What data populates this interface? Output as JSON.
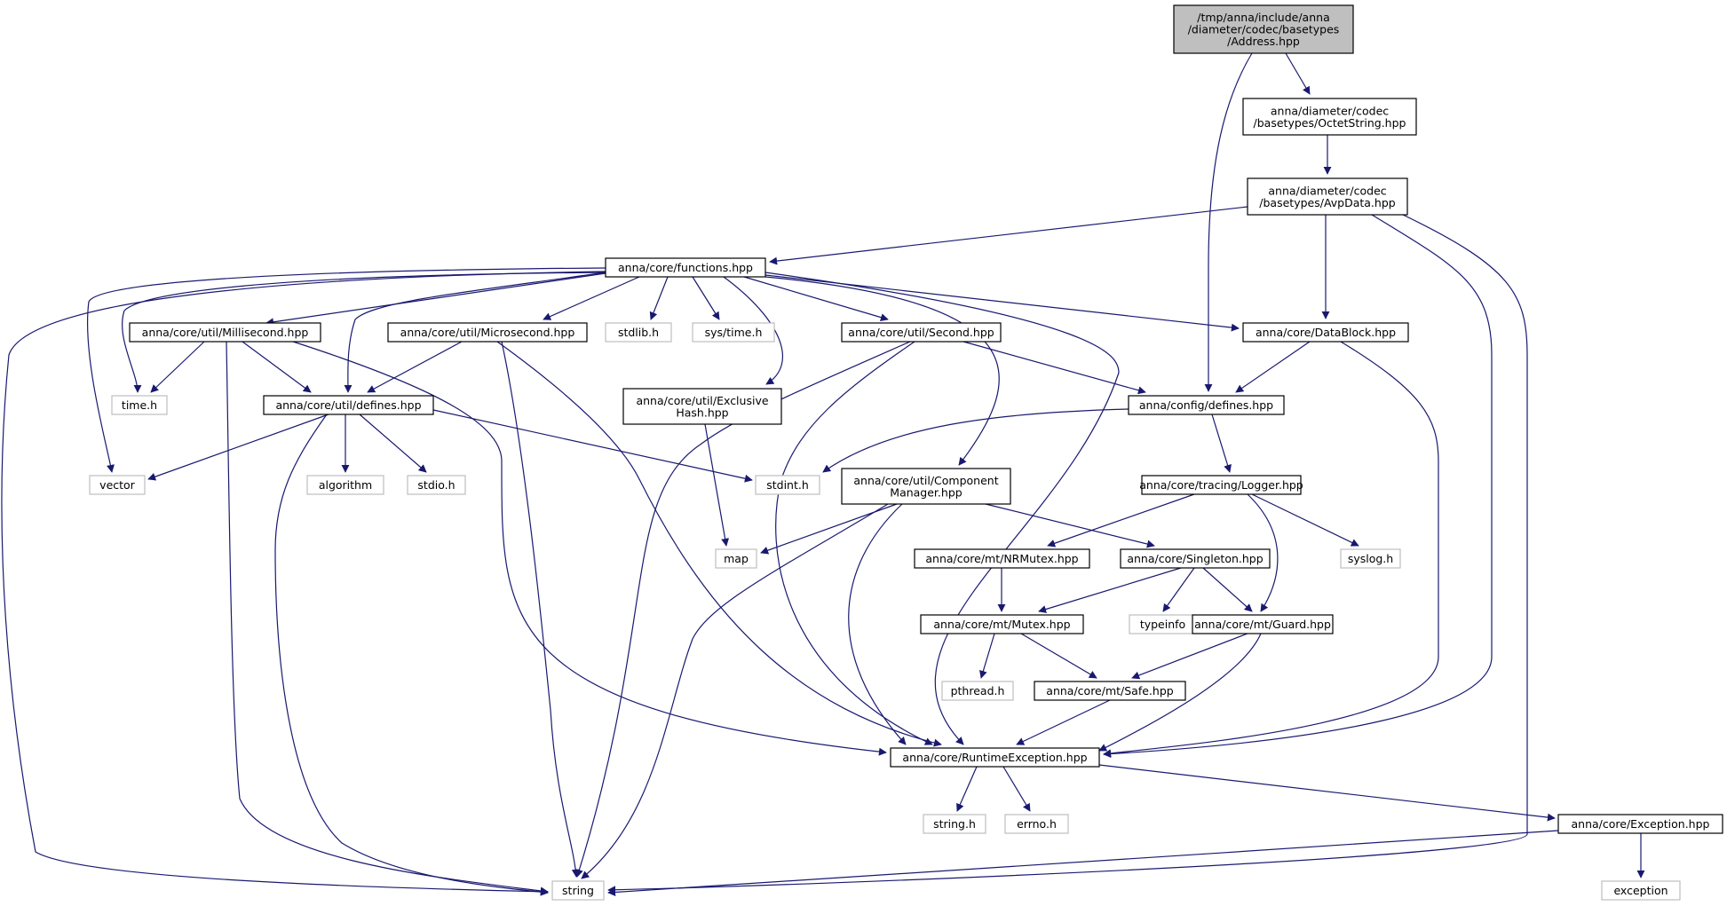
{
  "nodes": [
    {
      "id": "address",
      "kind": "root",
      "lines": [
        "/tmp/anna/include/anna",
        "/diameter/codec/basetypes",
        "/Address.hpp"
      ]
    },
    {
      "id": "octetstring",
      "kind": "file",
      "lines": [
        "anna/diameter/codec",
        "/basetypes/OctetString.hpp"
      ]
    },
    {
      "id": "avpdata",
      "kind": "file",
      "lines": [
        "anna/diameter/codec",
        "/basetypes/AvpData.hpp"
      ]
    },
    {
      "id": "functions",
      "kind": "file",
      "lines": [
        "anna/core/functions.hpp"
      ]
    },
    {
      "id": "millisecond",
      "kind": "file",
      "lines": [
        "anna/core/util/Millisecond.hpp"
      ]
    },
    {
      "id": "microsecond",
      "kind": "file",
      "lines": [
        "anna/core/util/Microsecond.hpp"
      ]
    },
    {
      "id": "stdlib",
      "kind": "ext",
      "lines": [
        "stdlib.h"
      ]
    },
    {
      "id": "systime",
      "kind": "ext",
      "lines": [
        "sys/time.h"
      ]
    },
    {
      "id": "second",
      "kind": "file",
      "lines": [
        "anna/core/util/Second.hpp"
      ]
    },
    {
      "id": "datablock",
      "kind": "file",
      "lines": [
        "anna/core/DataBlock.hpp"
      ]
    },
    {
      "id": "timeh",
      "kind": "ext",
      "lines": [
        "time.h"
      ]
    },
    {
      "id": "defines",
      "kind": "file",
      "lines": [
        "anna/core/util/defines.hpp"
      ]
    },
    {
      "id": "exclusivehash",
      "kind": "file",
      "lines": [
        "anna/core/util/Exclusive",
        "Hash.hpp"
      ]
    },
    {
      "id": "configdefines",
      "kind": "file",
      "lines": [
        "anna/config/defines.hpp"
      ]
    },
    {
      "id": "vector",
      "kind": "ext",
      "lines": [
        "vector"
      ]
    },
    {
      "id": "algorithm",
      "kind": "ext",
      "lines": [
        "algorithm"
      ]
    },
    {
      "id": "stdio",
      "kind": "ext",
      "lines": [
        "stdio.h"
      ]
    },
    {
      "id": "stdint",
      "kind": "ext",
      "lines": [
        "stdint.h"
      ]
    },
    {
      "id": "componentmanager",
      "kind": "file",
      "lines": [
        "anna/core/util/Component",
        "Manager.hpp"
      ]
    },
    {
      "id": "logger",
      "kind": "file",
      "lines": [
        "anna/core/tracing/Logger.hpp"
      ]
    },
    {
      "id": "map",
      "kind": "ext",
      "lines": [
        "map"
      ]
    },
    {
      "id": "nrmutex",
      "kind": "file",
      "lines": [
        "anna/core/mt/NRMutex.hpp"
      ]
    },
    {
      "id": "singleton",
      "kind": "file",
      "lines": [
        "anna/core/Singleton.hpp"
      ]
    },
    {
      "id": "syslog",
      "kind": "ext",
      "lines": [
        "syslog.h"
      ]
    },
    {
      "id": "mutex",
      "kind": "file",
      "lines": [
        "anna/core/mt/Mutex.hpp"
      ]
    },
    {
      "id": "typeinfo",
      "kind": "ext",
      "lines": [
        "typeinfo"
      ]
    },
    {
      "id": "guard",
      "kind": "file",
      "lines": [
        "anna/core/mt/Guard.hpp"
      ]
    },
    {
      "id": "pthread",
      "kind": "ext",
      "lines": [
        "pthread.h"
      ]
    },
    {
      "id": "safe",
      "kind": "file",
      "lines": [
        "anna/core/mt/Safe.hpp"
      ]
    },
    {
      "id": "runtimeexception",
      "kind": "file",
      "lines": [
        "anna/core/RuntimeException.hpp"
      ]
    },
    {
      "id": "stringh",
      "kind": "ext",
      "lines": [
        "string.h"
      ]
    },
    {
      "id": "errno",
      "kind": "ext",
      "lines": [
        "errno.h"
      ]
    },
    {
      "id": "exception_hpp",
      "kind": "file",
      "lines": [
        "anna/core/Exception.hpp"
      ]
    },
    {
      "id": "string",
      "kind": "ext",
      "lines": [
        "string"
      ]
    },
    {
      "id": "exception",
      "kind": "ext",
      "lines": [
        "exception"
      ]
    }
  ],
  "edges": [
    [
      "address",
      "octetstring"
    ],
    [
      "address",
      "configdefines"
    ],
    [
      "octetstring",
      "avpdata"
    ],
    [
      "avpdata",
      "functions"
    ],
    [
      "avpdata",
      "datablock"
    ],
    [
      "avpdata",
      "runtimeexception"
    ],
    [
      "avpdata",
      "string"
    ],
    [
      "functions",
      "millisecond"
    ],
    [
      "functions",
      "microsecond"
    ],
    [
      "functions",
      "stdlib"
    ],
    [
      "functions",
      "systime"
    ],
    [
      "functions",
      "second"
    ],
    [
      "functions",
      "datablock"
    ],
    [
      "functions",
      "timeh"
    ],
    [
      "functions",
      "defines"
    ],
    [
      "functions",
      "exclusivehash"
    ],
    [
      "functions",
      "vector"
    ],
    [
      "functions",
      "componentmanager"
    ],
    [
      "functions",
      "runtimeexception"
    ],
    [
      "functions",
      "string"
    ],
    [
      "millisecond",
      "timeh"
    ],
    [
      "millisecond",
      "defines"
    ],
    [
      "millisecond",
      "runtimeexception"
    ],
    [
      "millisecond",
      "string"
    ],
    [
      "microsecond",
      "defines"
    ],
    [
      "microsecond",
      "runtimeexception"
    ],
    [
      "microsecond",
      "string"
    ],
    [
      "second",
      "configdefines"
    ],
    [
      "second",
      "runtimeexception"
    ],
    [
      "second",
      "string"
    ],
    [
      "datablock",
      "configdefines"
    ],
    [
      "datablock",
      "runtimeexception"
    ],
    [
      "defines",
      "vector"
    ],
    [
      "defines",
      "algorithm"
    ],
    [
      "defines",
      "stdio"
    ],
    [
      "defines",
      "stdint"
    ],
    [
      "defines",
      "string"
    ],
    [
      "exclusivehash",
      "map"
    ],
    [
      "configdefines",
      "stdint"
    ],
    [
      "configdefines",
      "logger"
    ],
    [
      "componentmanager",
      "map"
    ],
    [
      "componentmanager",
      "singleton"
    ],
    [
      "componentmanager",
      "runtimeexception"
    ],
    [
      "componentmanager",
      "string"
    ],
    [
      "logger",
      "nrmutex"
    ],
    [
      "logger",
      "syslog"
    ],
    [
      "logger",
      "guard"
    ],
    [
      "nrmutex",
      "mutex"
    ],
    [
      "singleton",
      "mutex"
    ],
    [
      "singleton",
      "typeinfo"
    ],
    [
      "singleton",
      "guard"
    ],
    [
      "mutex",
      "pthread"
    ],
    [
      "mutex",
      "safe"
    ],
    [
      "guard",
      "safe"
    ],
    [
      "guard",
      "runtimeexception"
    ],
    [
      "safe",
      "runtimeexception"
    ],
    [
      "runtimeexception",
      "stringh"
    ],
    [
      "runtimeexception",
      "errno"
    ],
    [
      "runtimeexception",
      "exception_hpp"
    ],
    [
      "exception_hpp",
      "string"
    ],
    [
      "exception_hpp",
      "exception"
    ]
  ]
}
